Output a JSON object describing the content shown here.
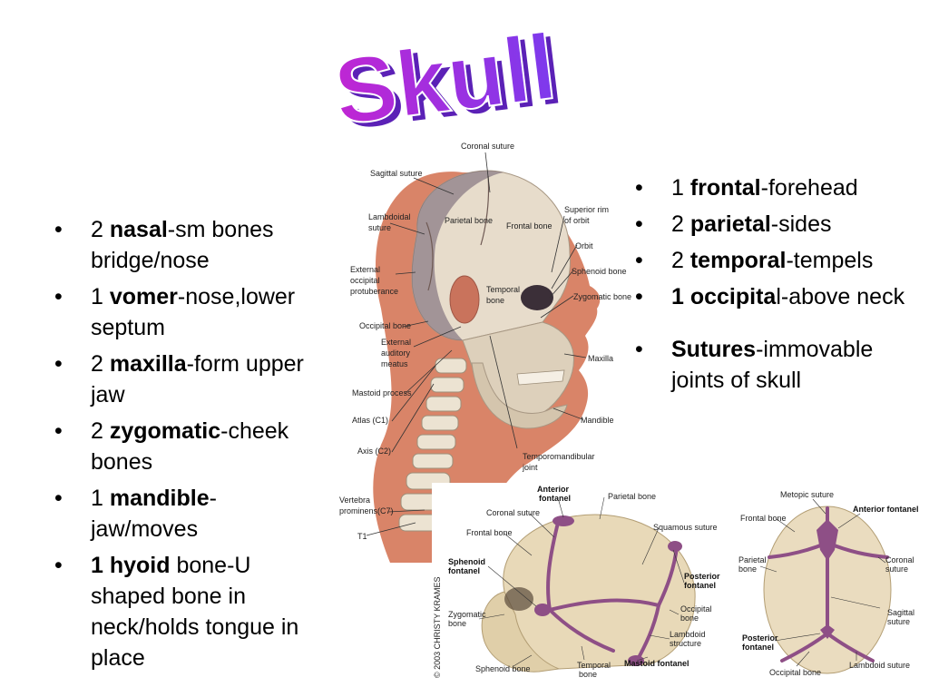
{
  "title": "Skull",
  "left_bullets": [
    {
      "count": "2",
      "term": "nasal",
      "desc": "-sm bones bridge/nose"
    },
    {
      "count": "1",
      "term": "vomer",
      "desc": "-nose,lower septum"
    },
    {
      "count": "2",
      "term": "maxilla",
      "desc": "-form upper jaw"
    },
    {
      "count": "2",
      "term": "zygomatic",
      "desc": "-cheek bones"
    },
    {
      "count": "1",
      "term": "mandible",
      "desc": "-jaw/moves"
    },
    {
      "count": "1 hyoid",
      "term": "",
      "desc": " bone-U shaped bone in neck/holds tongue in place"
    }
  ],
  "right_bullets": [
    {
      "count": "1",
      "term": "frontal",
      "desc": "-forehead"
    },
    {
      "count": "2",
      "term": "parietal",
      "desc": "-sides"
    },
    {
      "count": "2",
      "term": "temporal",
      "desc": "-tempels"
    },
    {
      "count": "1 occipita",
      "term": "",
      "desc": "l-above neck"
    },
    {
      "count": "",
      "term": "Sutures",
      "desc": "-immovable joints of skull"
    }
  ],
  "head_labels": {
    "coronal_suture": "Coronal suture",
    "sagittal_suture": "Sagittal suture",
    "parietal_bone": "Parietal bone",
    "frontal_bone": "Frontal bone",
    "lambdoidal_suture_1": "Lambdoidal",
    "lambdoidal_suture_2": "suture",
    "superior_rim_1": "Superior rim",
    "superior_rim_2": "of orbit",
    "orbit": "Orbit",
    "ext_occ_1": "External",
    "ext_occ_2": "occipital",
    "ext_occ_3": "protuberance",
    "sphenoid_bone": "Sphenoid bone",
    "temporal_bone_1": "Temporal",
    "temporal_bone_2": "bone",
    "zygomatic_bone": "Zygomatic bone",
    "occipital_bone": "Occipital bone",
    "ext_aud_1": "External",
    "ext_aud_2": "auditory",
    "ext_aud_3": "meatus",
    "maxilla": "Maxilla",
    "mastoid_process": "Mastoid process",
    "mandible": "Mandible",
    "atlas": "Atlas (C1)",
    "axis": "Axis (C2)",
    "tmj_1": "Temporomandibular",
    "tmj_2": "joint",
    "vertebra_1": "Vertebra",
    "vertebra_2": "prominens(C7)",
    "t1": "T1"
  },
  "fetal_side_labels": {
    "anterior_fontanel_1": "Anterior",
    "anterior_fontanel_2": "fontanel",
    "parietal_bone": "Parietal bone",
    "coronal_suture": "Coronal suture",
    "frontal_bone": "Frontal bone",
    "squamous_suture": "Squamous suture",
    "sphenoid_fontanel_1": "Sphenoid",
    "sphenoid_fontanel_2": "fontanel",
    "posterior_fontanel_1": "Posterior",
    "posterior_fontanel_2": "fontanel",
    "occipital_bone_1": "Occipital",
    "occipital_bone_2": "bone",
    "zygomatic_bone_1": "Zygomatic",
    "zygomatic_bone_2": "bone",
    "lambdoid_structure_1": "Lambdoid",
    "lambdoid_structure_2": "structure",
    "sphenoid_bone": "Sphenoid bone",
    "temporal_bone_1": "Temporal",
    "temporal_bone_2": "bone",
    "mastoid_fontanel": "Mastoid fontanel",
    "copyright": "© 2003 CHRISTY KRAMES"
  },
  "fetal_top_labels": {
    "metopic_suture": "Metopic suture",
    "frontal_bone": "Frontal bone",
    "anterior_fontanel": "Anterior fontanel",
    "parietal_bone_1": "Parietal",
    "parietal_bone_2": "bone",
    "coronal_suture_1": "Coronal",
    "coronal_suture_2": "suture",
    "sagittal_suture_1": "Sagittal",
    "sagittal_suture_2": "suture",
    "posterior_fontanel_1": "Posterior",
    "posterior_fontanel_2": "fontanel",
    "occipital_bone": "Occipital bone",
    "lambdoid_suture": "Lambdoid suture"
  },
  "colors": {
    "title_fill": "#c026d3",
    "title_shadow": "#6d28d9",
    "skin": "#d98468",
    "bone": "#e9dcc6",
    "suture": "#8e4f86"
  }
}
